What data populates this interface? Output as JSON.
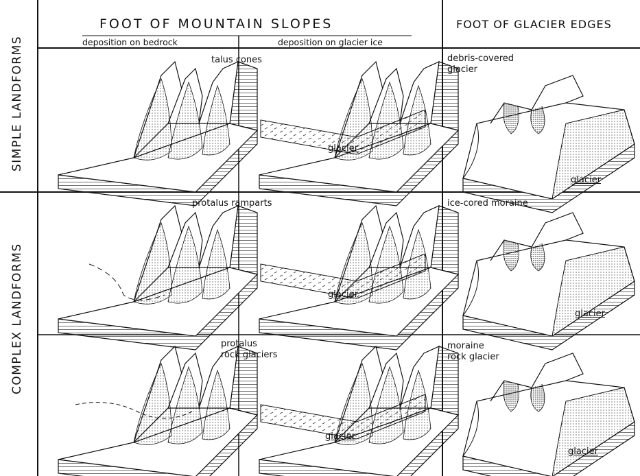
{
  "headers": {
    "mountain_slopes": "FOOT  OF  MOUNTAIN  SLOPES",
    "glacier_edges": "FOOT OF GLACIER EDGES",
    "sub_bedrock": "deposition on bedrock",
    "sub_glacier_ice": "deposition on glacier ice"
  },
  "rows": {
    "simple": "SIMPLE LANDFORMS",
    "complex": "COMPLEX  LANDFORMS"
  },
  "labels": {
    "talus_cones": "talus cones",
    "debris_covered_1": "debris-covered",
    "debris_covered_2": "glacier",
    "protalus_ramparts": "protalus ramparts",
    "ice_cored_moraine": "ice-cored moraine",
    "protalus_rg_1": "protalus",
    "protalus_rg_2": "rock glaciers",
    "moraine_rg_1": "moraine",
    "moraine_rg_2": "rock glacier",
    "glacier": "glacier"
  }
}
